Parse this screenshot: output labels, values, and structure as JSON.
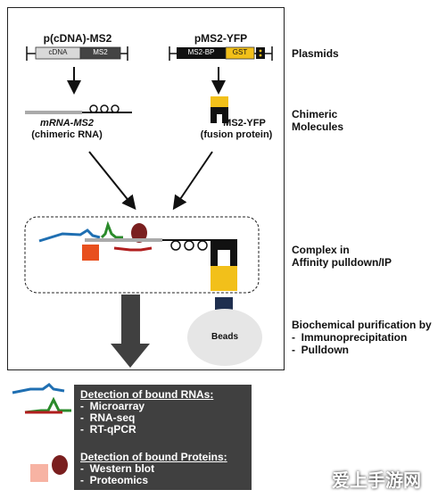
{
  "plasmids": {
    "left": {
      "title": "p(cDNA)-MS2",
      "seg1": "cDNA",
      "seg2": "MS2"
    },
    "right": {
      "title": "pMS2-YFP",
      "seg1": "MS2-BP",
      "seg2": "GST"
    }
  },
  "chimeric": {
    "left_line1": "mRNA-MS2",
    "left_line2": "(chimeric RNA)",
    "right_line1": "MS2-YFP",
    "right_line2": "(fusion protein)"
  },
  "beads_label": "Beads",
  "right_labels": {
    "plasmids": "Plasmids",
    "chimeric_line1": "Chimeric",
    "chimeric_line2": "Molecules",
    "complex_line1": "Complex in",
    "complex_line2": "Affinity  pulldown/IP",
    "biochem_line1": "Biochemical purification by",
    "biochem_item1": "Immunoprecipitation",
    "biochem_item2": "Pulldown"
  },
  "legend": {
    "rna_title": "Detection of bound RNAs",
    "rna_items": [
      "Microarray",
      "RNA-seq",
      "RT-qPCR"
    ],
    "protein_title": "Detection of bound Proteins",
    "protein_items": [
      "Western blot",
      "Proteomics"
    ]
  },
  "watermark": "爱上手游网",
  "colors": {
    "rna_blue": "#1f6fb2",
    "rna_green": "#2a8a2a",
    "rna_red": "#b01e1e",
    "protein_orange": "#e8501e",
    "protein_maroon": "#7a1f1f",
    "yfp_yellow": "#f2c01a",
    "legend_bg": "#404040"
  }
}
